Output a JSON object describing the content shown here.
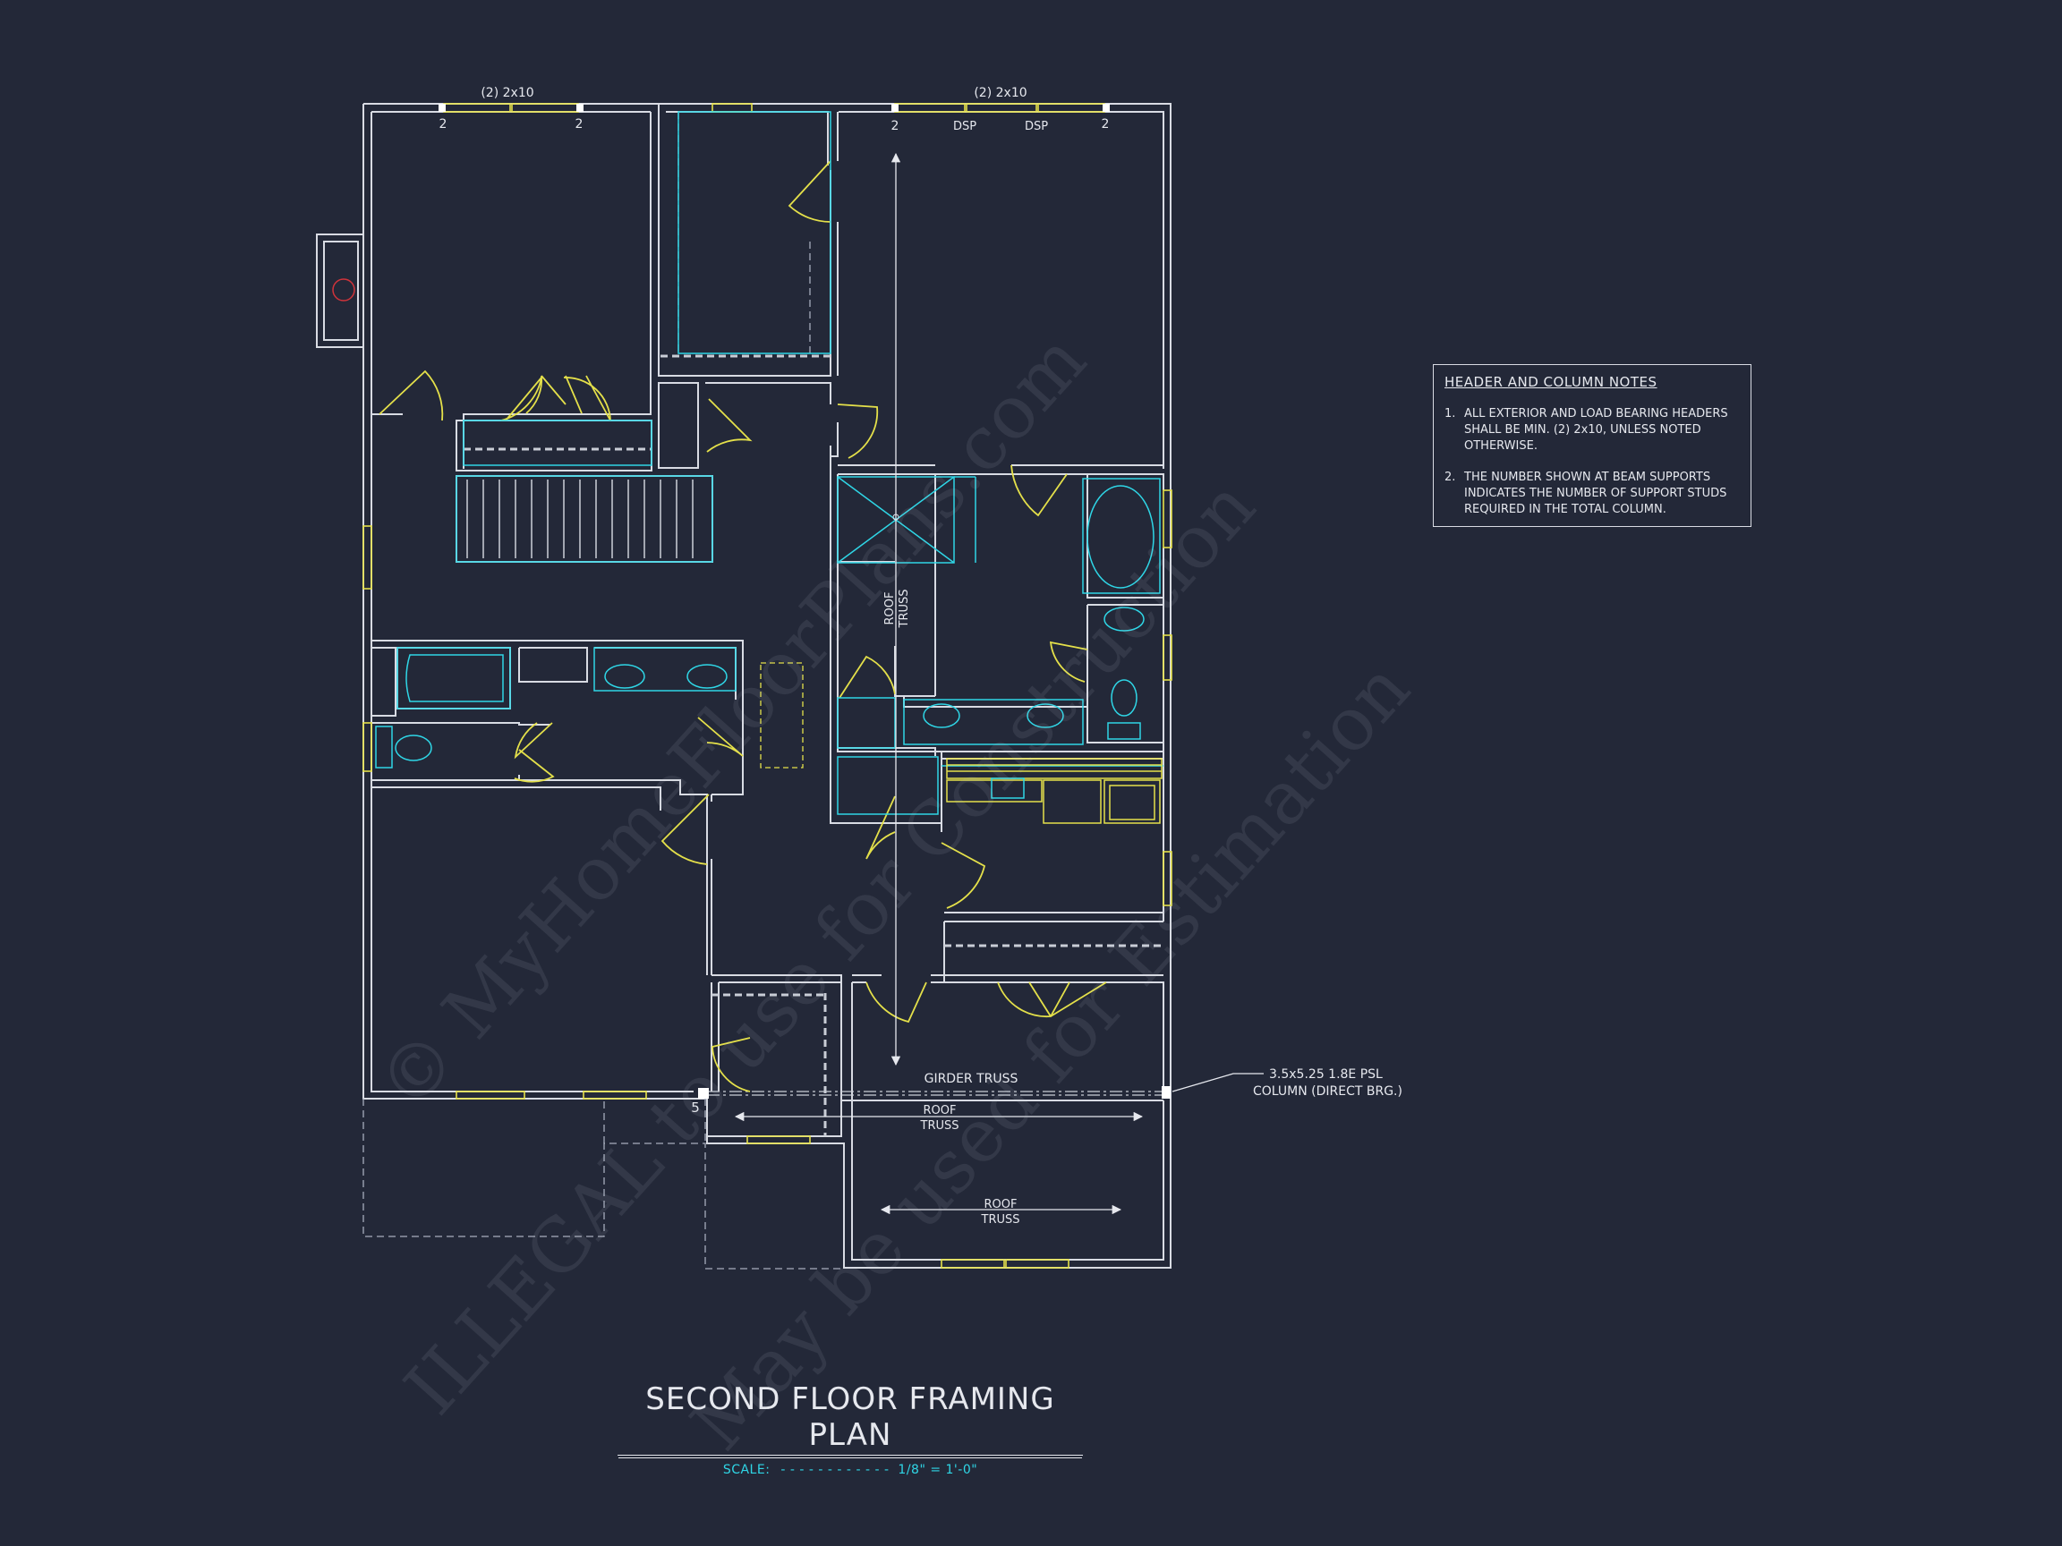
{
  "drawing": {
    "title": "SECOND FLOOR FRAMING PLAN",
    "scale_label": "SCALE:",
    "scale_value": "1/8\" = 1'-0\""
  },
  "notes": {
    "title": "HEADER AND COLUMN NOTES",
    "items": [
      {
        "num": "1.",
        "text": "ALL EXTERIOR AND LOAD BEARING HEADERS SHALL BE MIN. (2) 2x10, UNLESS NOTED OTHERWISE."
      },
      {
        "num": "2.",
        "text": "THE NUMBER SHOWN AT BEAM SUPPORTS INDICATES THE NUMBER OF SUPPORT STUDS REQUIRED IN THE TOTAL COLUMN."
      }
    ]
  },
  "labels": {
    "header_left": "(2) 2x10",
    "header_right": "(2) 2x10",
    "stud_2": "2",
    "stud_5": "5",
    "dsp": "DSP",
    "roof": "ROOF",
    "truss": "TRUSS",
    "girder_truss": "GIRDER TRUSS",
    "column_line1": "3.5x5.25 1.8E PSL",
    "column_line2": "COLUMN (DIRECT BRG.)"
  },
  "watermark": {
    "line1": "© MyHomeFloorPlans.com",
    "line2": "ILLEGAL to use for Construction",
    "line3": "May be used for Estimation"
  },
  "colors": {
    "background": "#232838",
    "wall": "#d8dbe3",
    "fixture": "#2fd6e6",
    "window": "#e4e04a",
    "door": "#e4e04a"
  }
}
